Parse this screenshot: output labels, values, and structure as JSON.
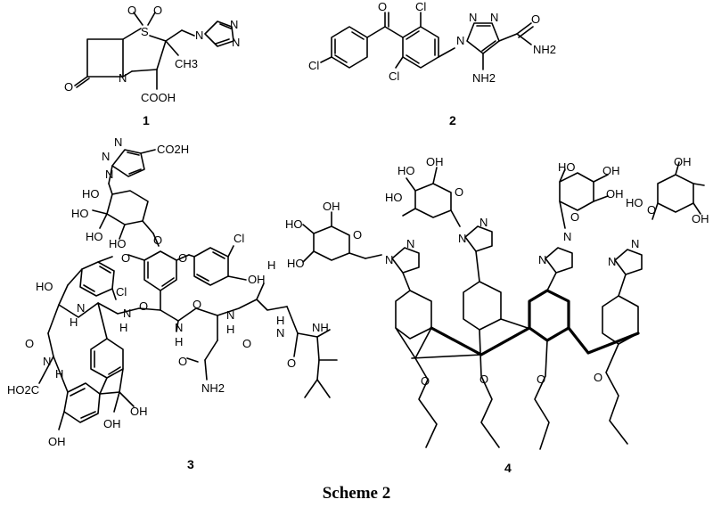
{
  "caption": "Scheme 2",
  "compounds": [
    {
      "number": "1"
    },
    {
      "number": "2"
    },
    {
      "number": "3"
    },
    {
      "number": "4"
    }
  ],
  "labels": {
    "so2_o1": "O",
    "so2_o2": "O",
    "s": "S",
    "ring_n_beta": "N",
    "beta_o": "O",
    "cooh": "COOH",
    "ch3": "CH3",
    "tri1_n1": "N",
    "tri1_n2": "N",
    "tri1_n3": "N",
    "c2_o": "O",
    "c2_cl_a": "Cl",
    "c2_cl_b": "Cl",
    "c2_cl_c": "Cl",
    "c2_n1": "N",
    "c2_n2": "N",
    "c2_n3": "N",
    "c2_o_amide": "O",
    "c2_nh2_amide": "NH2",
    "c2_nh2": "NH2",
    "c3_n1": "N",
    "c3_n2": "N",
    "c3_n3": "N",
    "c3_co2h": "CO2H",
    "c3_ho1": "HO",
    "c3_ho2": "HO",
    "c3_ho3": "HO",
    "c3_ho4": "HO",
    "c3_o1": "O",
    "c3_o2": "O",
    "c3_o3": "O",
    "c3_cl1": "Cl",
    "c3_cl2": "Cl",
    "c3_ho5": "HO",
    "c3_oh6": "OH",
    "c3_nh1": "N",
    "c3_h1": "H",
    "c3_o_amide1": "O",
    "c3_nh2": "N",
    "c3_h2": "H",
    "c3_nh3": "N",
    "c3_h3": "H",
    "c3_nh4": "N",
    "c3_h4": "H",
    "c3_nh5": "N",
    "c3_h5": "H",
    "c3_nh6": "N",
    "c3_h6": "H",
    "c3_o4": "O",
    "c3_o5": "O",
    "c3_o6": "O",
    "c3_o7": "O",
    "c3_o8": "O",
    "c3_h7": "H",
    "c3_nh_me": "NH",
    "c3_nh2_amide": "NH2",
    "c3_ho2c": "HO2C",
    "c3_oh7": "OH",
    "c3_oh8": "OH",
    "c3_oh9": "OH",
    "c4_oh": "OH",
    "c4_ho": "HO",
    "c4_o": "O",
    "c4_n": "N"
  }
}
